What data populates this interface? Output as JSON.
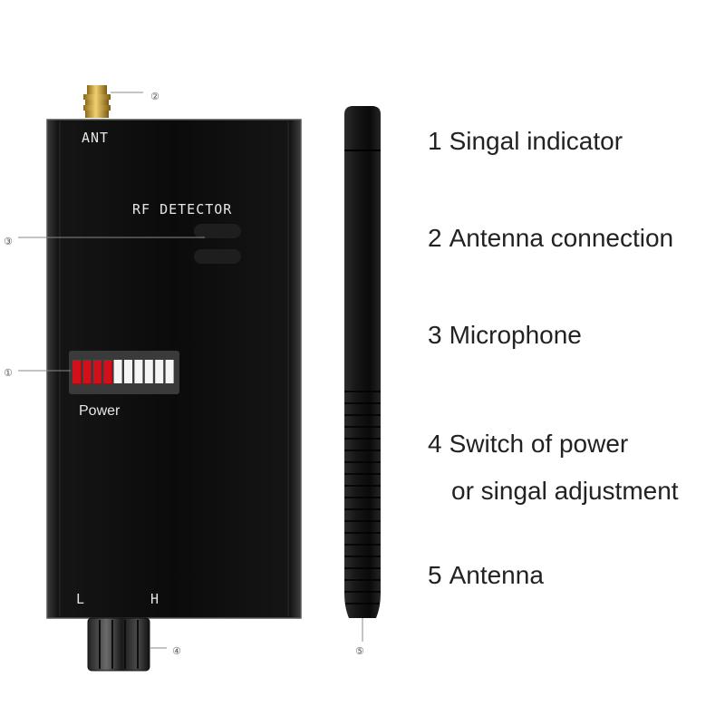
{
  "device": {
    "ant_label": "ANT",
    "brand_label": "RF DETECTOR",
    "power_label": "Power",
    "low_label": "L",
    "high_label": "H"
  },
  "signal_bar": {
    "lit_segments": 4,
    "total_segments": 10,
    "lit_color": "#d0101a",
    "unlit_color": "#f5f5f5"
  },
  "callouts": {
    "c1": "①",
    "c2": "②",
    "c3": "③",
    "c4": "④",
    "c5": "⑤"
  },
  "legend": [
    {
      "num": "1",
      "text": "Singal indicator"
    },
    {
      "num": "2",
      "text": "Antenna connection"
    },
    {
      "num": "3",
      "text": "Microphone"
    },
    {
      "num": "4",
      "text": "Switch of power",
      "text2": "or singal adjustment"
    },
    {
      "num": "5",
      "text": "Antenna"
    }
  ],
  "colors": {
    "device_body": "#0d0d0d",
    "antenna": "#1a1a1a",
    "connector_gold": "#c8a43a"
  }
}
